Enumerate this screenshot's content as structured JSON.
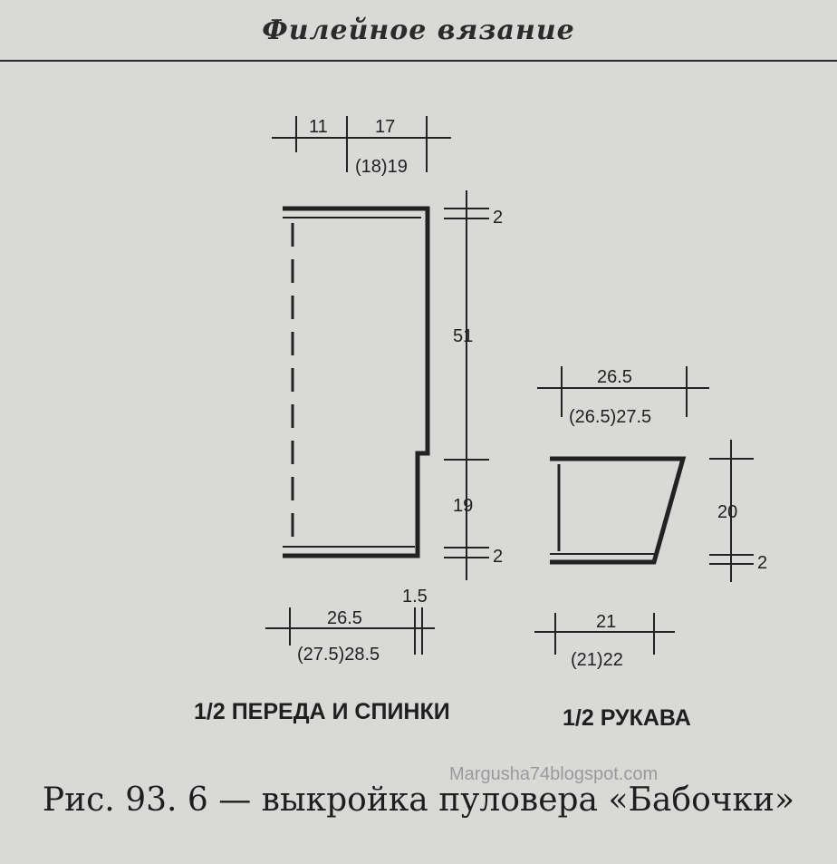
{
  "header": {
    "title": "Филейное вязание"
  },
  "body_pattern": {
    "top_widths": {
      "left": "11",
      "right": "17",
      "right_sizes": "(18)19"
    },
    "heights": {
      "top": "2",
      "middle": "51",
      "lower": "19",
      "bottom": "2"
    },
    "bottom_width": {
      "main": "26.5",
      "main_sizes": "(27.5)28.5",
      "extra": "1.5"
    },
    "label": "1/2 ПЕРЕДА И СПИНКИ"
  },
  "sleeve_pattern": {
    "top_width": {
      "main": "26.5",
      "sizes": "(26.5)27.5"
    },
    "heights": {
      "main": "20",
      "bottom": "2"
    },
    "bottom_width": {
      "main": "21",
      "sizes": "(21)22"
    },
    "label": "1/2 РУКАВА"
  },
  "caption": "Рис. 93. 6 — выкройка пуловера «Бабочки»",
  "watermark": "Margusha74blogspot.com"
}
